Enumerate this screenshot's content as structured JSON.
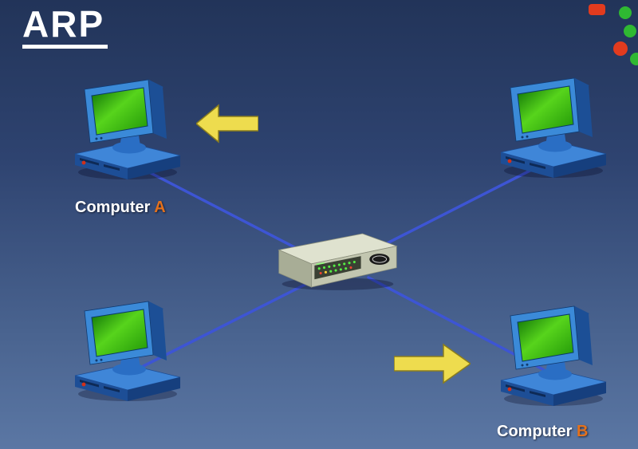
{
  "slide": {
    "title": "ARP"
  },
  "labels": {
    "computer_a": {
      "text": "Computer ",
      "accent": "A"
    },
    "computer_b": {
      "text": "Computer ",
      "accent": "B"
    }
  },
  "colors": {
    "background_top": "#223459",
    "background_bottom": "#5b77a4",
    "accent_orange": "#e4711c",
    "link_blue": "#3d55d4",
    "arrow_yellow": "#eedc4e",
    "arrow_outline": "#8a7d1e",
    "monitor_blue": "#3b8ad8",
    "screen_green": "#4cc41a",
    "hub_beige": "#d9dcc8",
    "text_white": "#ffffff"
  },
  "icons": [
    "computer-icon",
    "hub-icon",
    "arrow-left-icon",
    "arrow-right-icon"
  ],
  "decor_dots": [
    {
      "shape": "square",
      "color": "#e23b1e"
    },
    {
      "shape": "circle",
      "color": "#2fb932"
    },
    {
      "shape": "circle",
      "color": "#2fb932"
    },
    {
      "shape": "circle",
      "color": "#e23b1e"
    },
    {
      "shape": "circle",
      "color": "#2fb932"
    }
  ]
}
